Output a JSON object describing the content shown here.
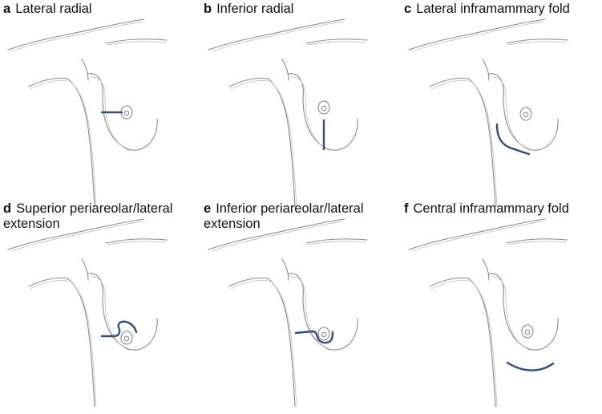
{
  "panels": [
    {
      "letter": "a",
      "title": "Lateral radial",
      "incision": "lateral-radial"
    },
    {
      "letter": "b",
      "title": "Inferior radial",
      "incision": "inferior-radial"
    },
    {
      "letter": "c",
      "title": "Lateral inframammary fold",
      "incision": "lateral-inframammary-fold"
    },
    {
      "letter": "d",
      "title": "Superior periareolar/lateral extension",
      "incision": "superior-periareolar-lateral-extension"
    },
    {
      "letter": "e",
      "title": "Inferior periareolar/lateral extension",
      "incision": "inferior-periareolar-lateral-extension"
    },
    {
      "letter": "f",
      "title": "Central inframammary fold",
      "incision": "central-inframammary-fold"
    }
  ],
  "colors": {
    "incision": "#2e4f7f",
    "sketch": "#8a8a8a"
  }
}
